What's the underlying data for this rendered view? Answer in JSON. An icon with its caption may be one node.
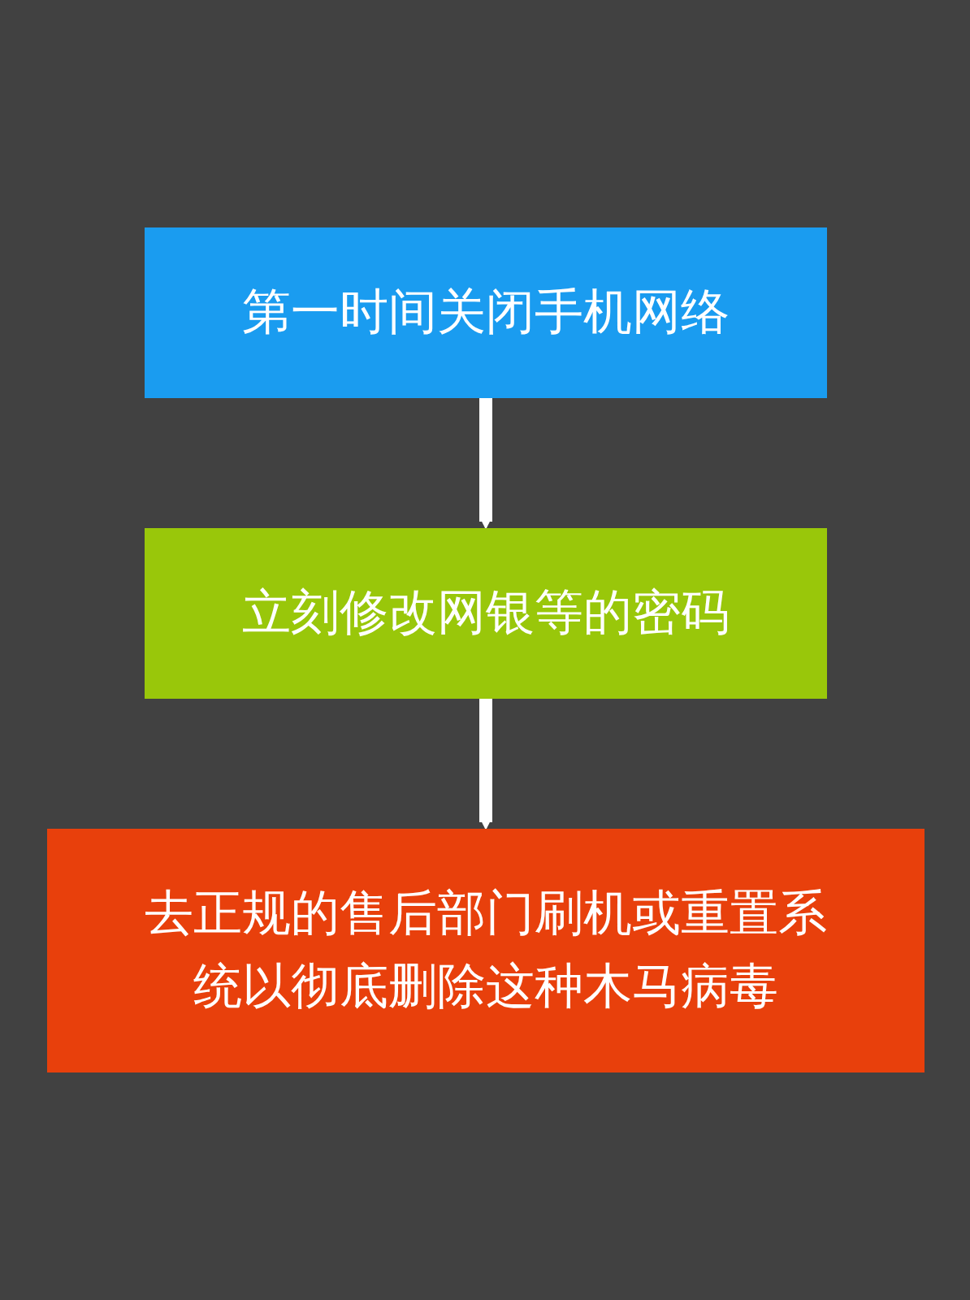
{
  "diagram": {
    "nodes": [
      {
        "text": [
          "第一时间关闭手机网络"
        ]
      },
      {
        "text": [
          "立刻修改网银等的密码"
        ]
      },
      {
        "text": [
          "去正规的售后部门刷机或重置系统以彻底删除这种木马病毒"
        ]
      }
    ],
    "edges": [
      {
        "from": 0,
        "to": 1,
        "arrow": "to"
      },
      {
        "from": 1,
        "to": 2,
        "arrow": "to"
      }
    ]
  }
}
